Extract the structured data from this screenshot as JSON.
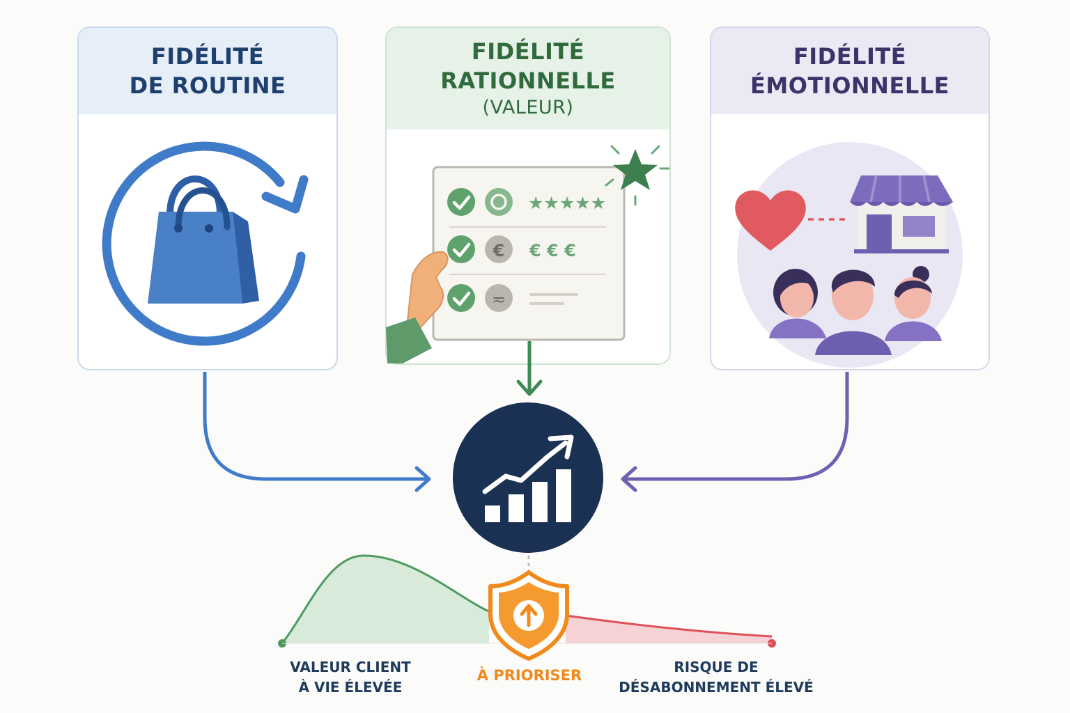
{
  "cards": {
    "routine": {
      "title_line1": "FIDÉLITÉ",
      "title_line2": "DE ROUTINE",
      "color": "#3f7bc9"
    },
    "rational": {
      "title_line1": "FIDÉLITÉ",
      "title_line2": "RATIONNELLE",
      "title_line3": "(VALEUR)",
      "color": "#3e8a57",
      "checklist": {
        "row1_stars": "★★★★★",
        "row2_icon": "€",
        "row2_value": "€ € €",
        "row3_icon": "≂"
      }
    },
    "emotional": {
      "title_line1": "FIDÉLITÉ",
      "title_line2": "ÉMOTIONNELLE",
      "color": "#6e5fb0"
    }
  },
  "center": {
    "icon": "growth-chart-icon",
    "color": "#1b3153"
  },
  "curve": {
    "left_color": "#4f9a61",
    "right_color": "#e0505a",
    "badge_color": "#f08a1c"
  },
  "labels": {
    "ltv_line1": "VALEUR CLIENT",
    "ltv_line2": "À VIE ÉLEVÉE",
    "prioritize": "À PRIORISER",
    "churn_line1": "RISQUE DE",
    "churn_line2": "DÉSABONNEMENT ÉLEVÉ"
  }
}
